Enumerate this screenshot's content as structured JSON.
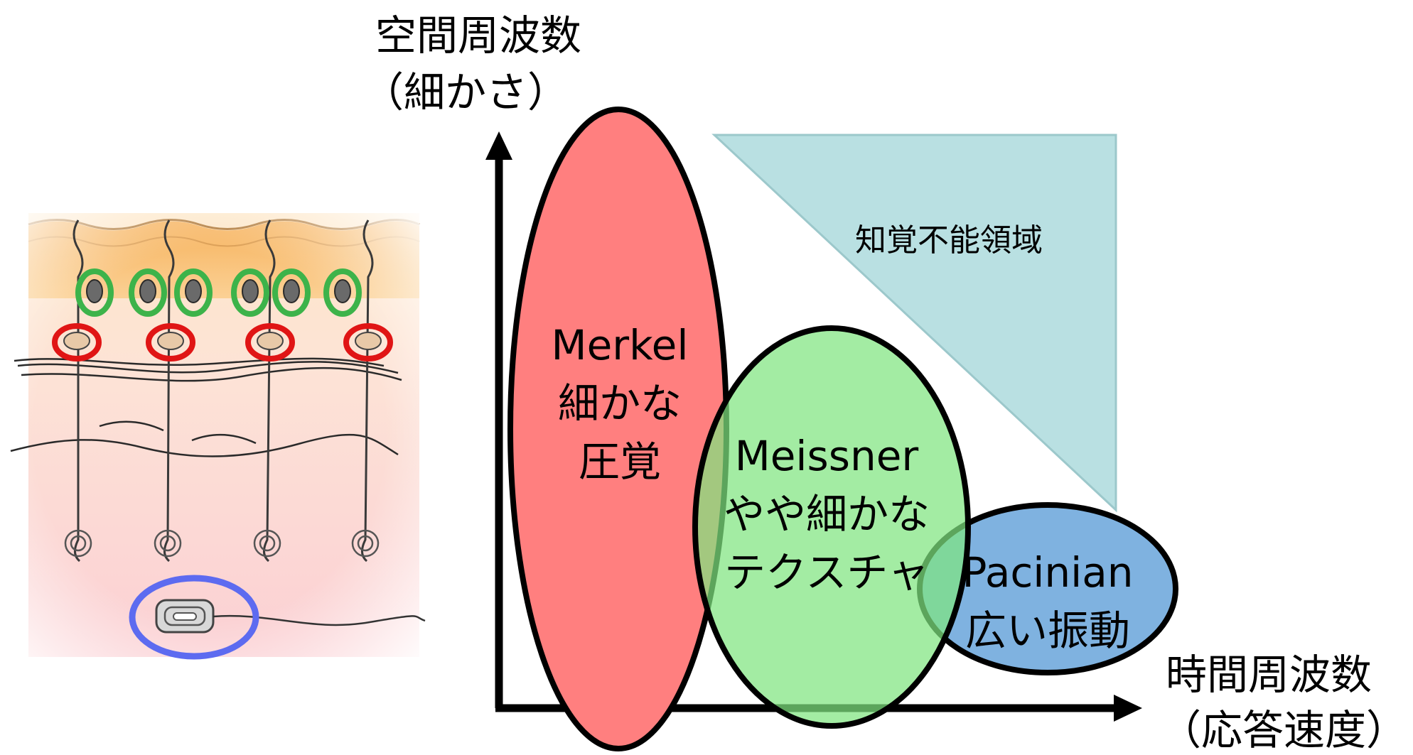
{
  "axes": {
    "y_label_line1": "空間周波数",
    "y_label_line2": "（細かさ）",
    "x_label_line1": "時間周波数",
    "x_label_line2": "（応答速度）"
  },
  "regions": {
    "merkel": {
      "line1": "Merkel",
      "line2": "細かな",
      "line3": "圧覚",
      "fill": "#ff7f7f"
    },
    "meissner": {
      "line1": "Meissner",
      "line2": "やや細かな",
      "line3": "テクスチャ",
      "fill": "#7fe57f"
    },
    "pacinian": {
      "line1": "Pacinian",
      "line2": "広い振動",
      "fill": "#7fb2e0"
    },
    "imperceptible": {
      "label": "知覚不能領域",
      "fill": "#b9e0e2"
    }
  },
  "skin_markers": {
    "merkel_color": "#3db34a",
    "meissner_color": "#e01515",
    "pacinian_color": "#5d6bf0"
  }
}
